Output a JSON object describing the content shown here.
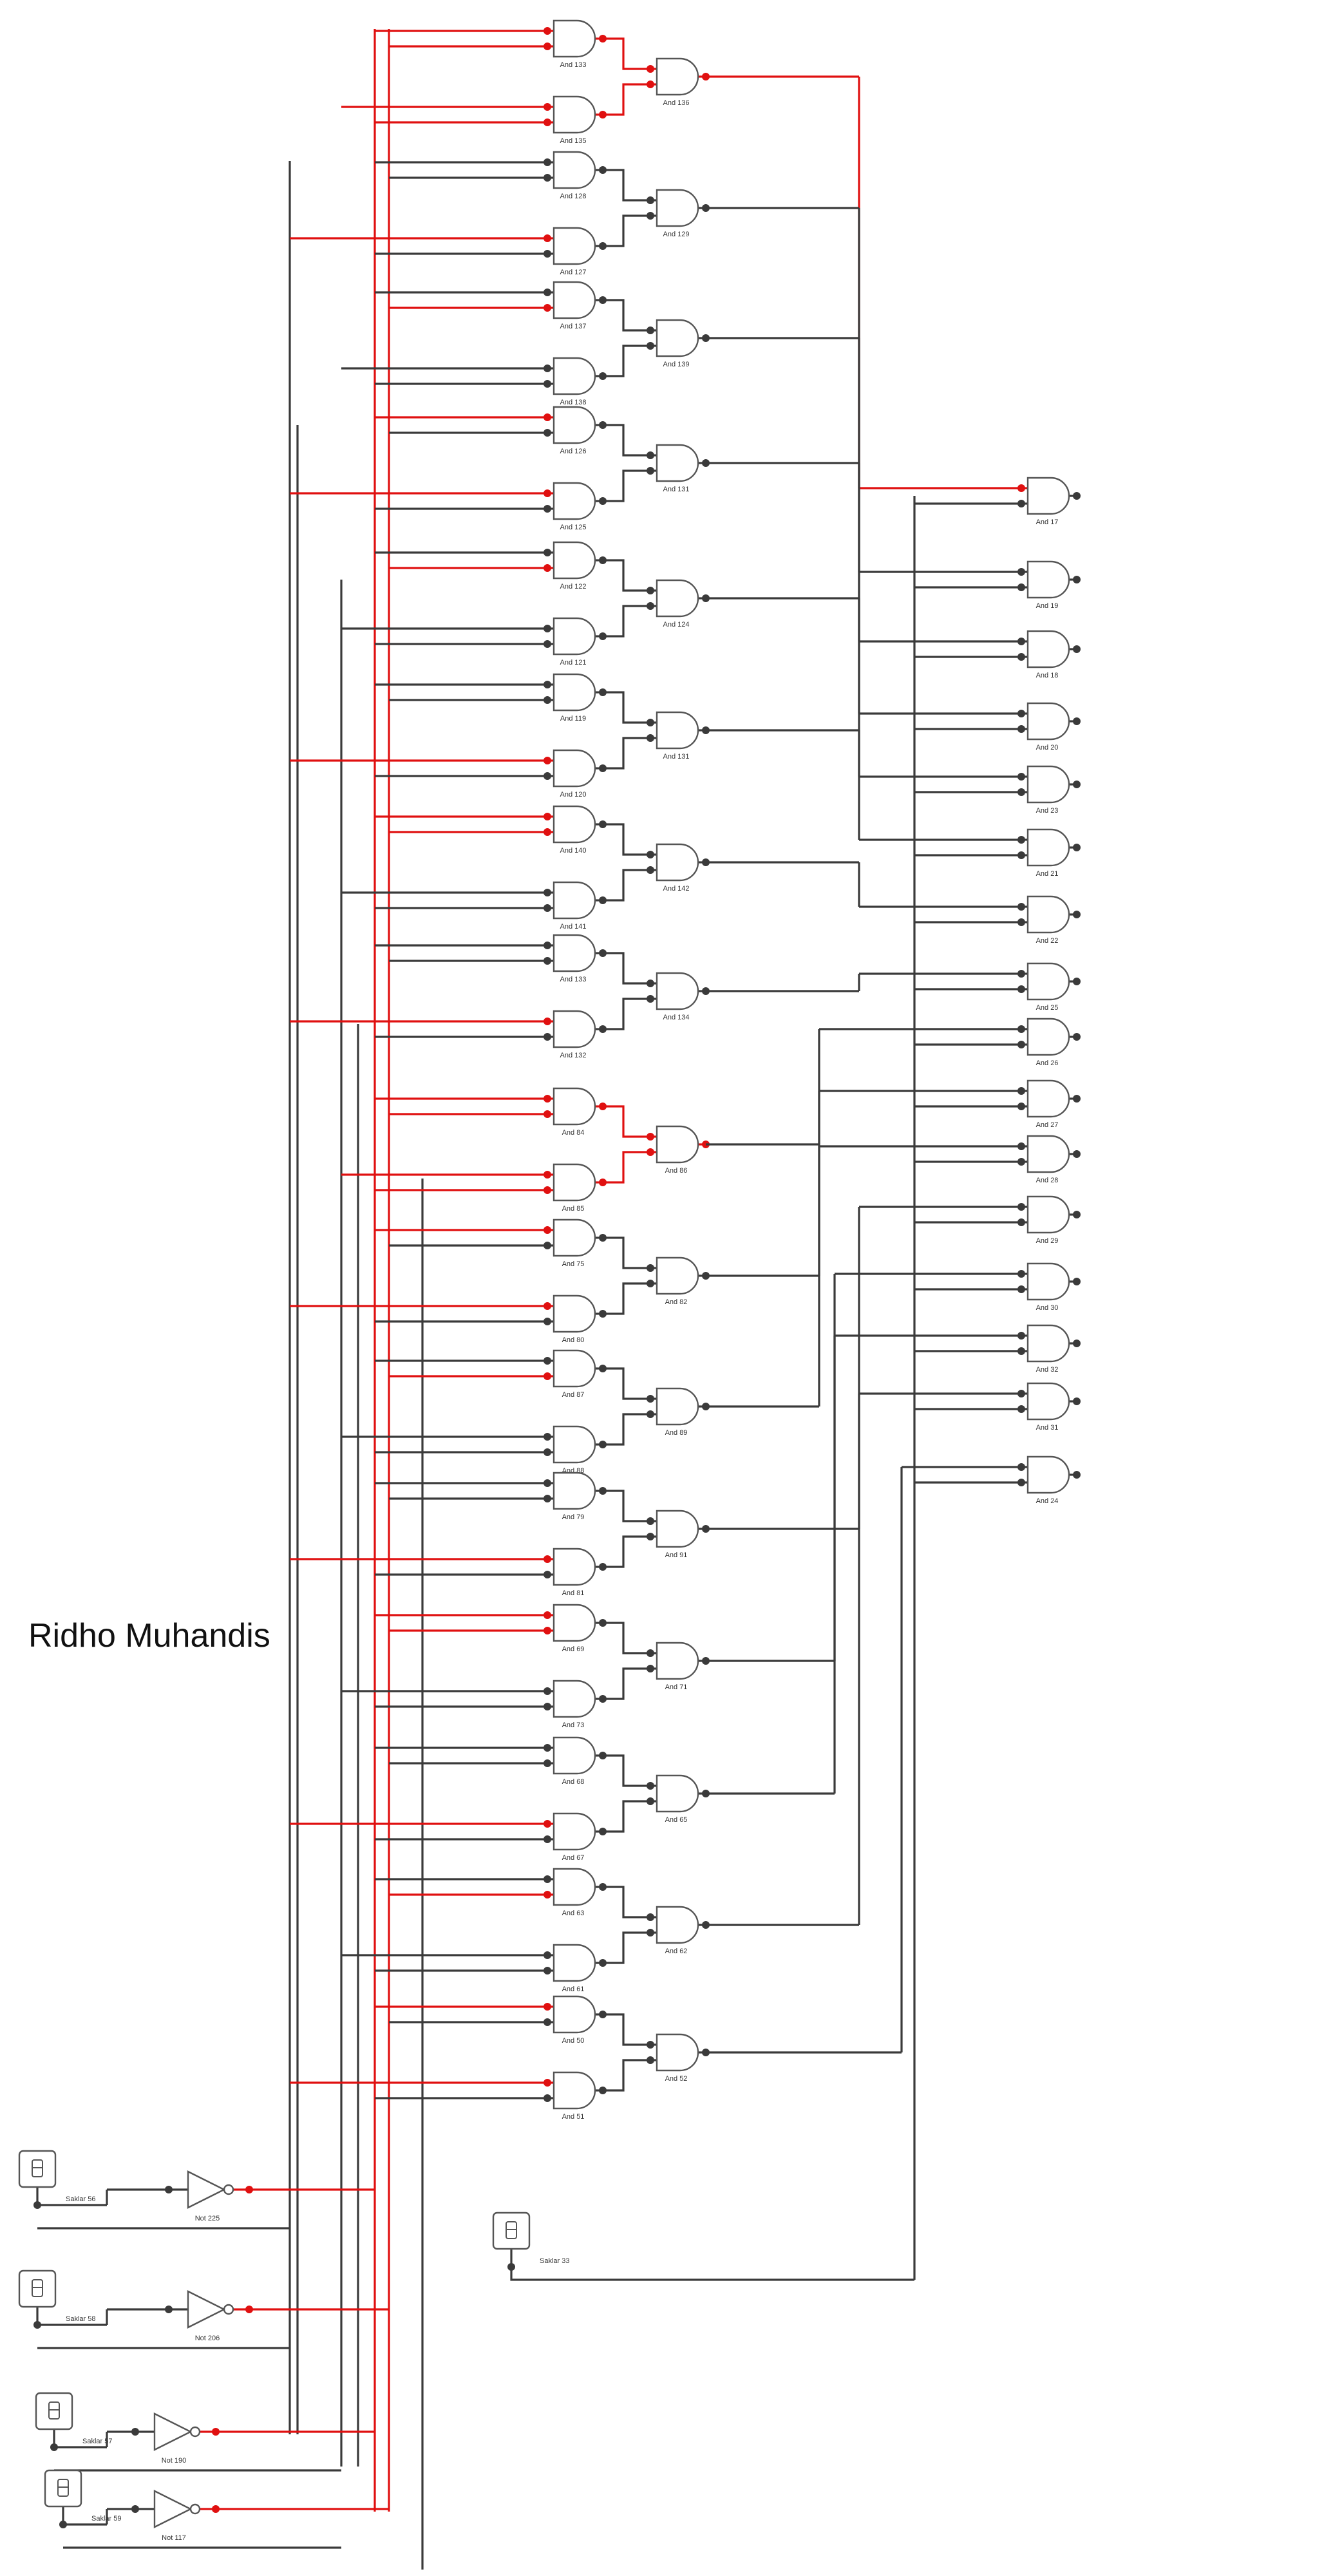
{
  "title": "Ridho Muhandis",
  "colors": {
    "wire": "#3a3a3a",
    "active": "#e01010",
    "gate_stroke": "#555555",
    "gate_fill": "#ffffff"
  },
  "first_stage": [
    {
      "a": "And 133",
      "b": "And 135",
      "out": "And 136",
      "active": true
    },
    {
      "a": "And 128",
      "b": "And 127",
      "out": "And 129",
      "active": false
    },
    {
      "a": "And 137",
      "b": "And 138",
      "out": "And 139",
      "active": false
    },
    {
      "a": "And 126",
      "b": "And 125",
      "out": "And 131",
      "active": false
    },
    {
      "a": "And 122",
      "b": "And 121",
      "out": "And 124",
      "active": false
    },
    {
      "a": "And 119",
      "b": "And 120",
      "out": "And 131",
      "active": false
    },
    {
      "a": "And 140",
      "b": "And 141",
      "out": "And 142",
      "active": false
    },
    {
      "a": "And 133",
      "b": "And 132",
      "out": "And 134",
      "active": false
    },
    {
      "a": "And 84",
      "b": "And 85",
      "out": "And 86",
      "active": true
    },
    {
      "a": "And 75",
      "b": "And 80",
      "out": "And 82",
      "active": false
    },
    {
      "a": "And 87",
      "b": "And 88",
      "out": "And 89",
      "active": false
    },
    {
      "a": "And 79",
      "b": "And 81",
      "out": "And 91",
      "active": false
    },
    {
      "a": "And 69",
      "b": "And 73",
      "out": "And 71",
      "active": false
    },
    {
      "a": "And 68",
      "b": "And 67",
      "out": "And 65",
      "active": false
    },
    {
      "a": "And 63",
      "b": "And 61",
      "out": "And 62",
      "active": false
    },
    {
      "a": "And 50",
      "b": "And 51",
      "out": "And 52",
      "active": false
    }
  ],
  "output_gates": [
    "And 17",
    "And 19",
    "And 18",
    "And 20",
    "And 23",
    "And 21",
    "And 22",
    "And 25",
    "And 26",
    "And 27",
    "And 28",
    "And 29",
    "And 30",
    "And 32",
    "And 31",
    "And 24"
  ],
  "inverters": [
    {
      "switch": "Saklar 56",
      "gate": "Not 225"
    },
    {
      "switch": "Saklar 58",
      "gate": "Not 206"
    },
    {
      "switch": "Saklar 57",
      "gate": "Not 190"
    },
    {
      "switch": "Saklar 59",
      "gate": "Not 117"
    }
  ],
  "extra_switch": "Saklar 33"
}
